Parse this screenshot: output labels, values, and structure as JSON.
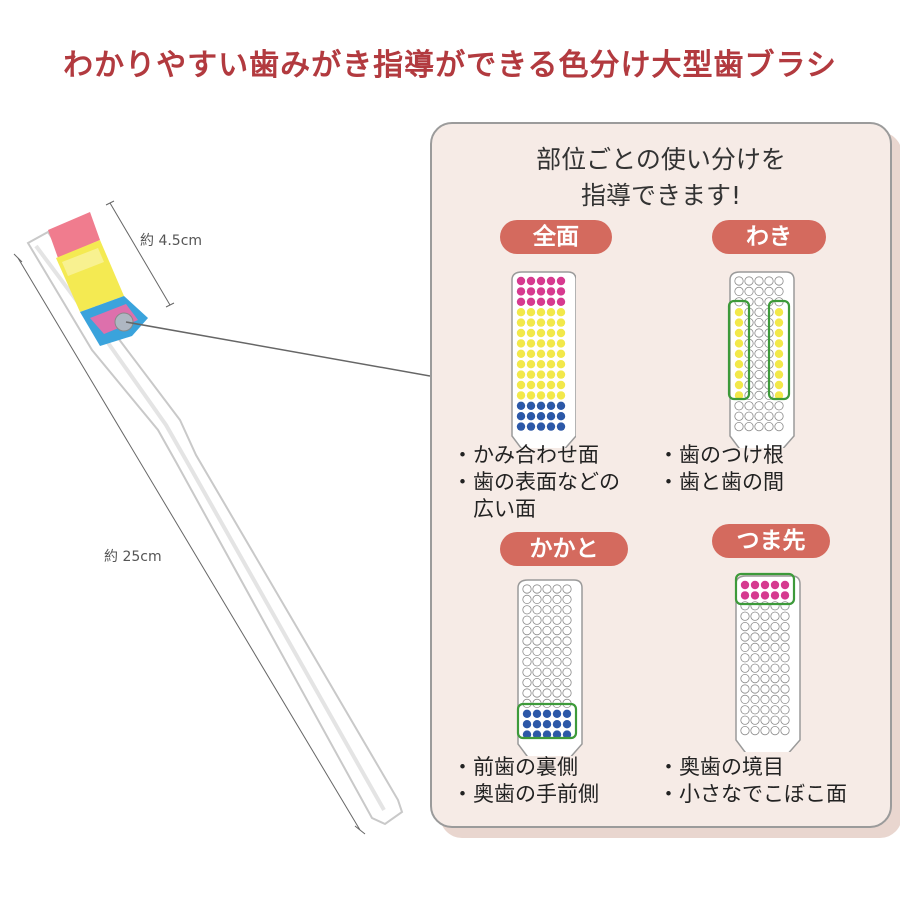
{
  "title": "わかりやすい歯みがき指導ができる色分け大型歯ブラシ",
  "dimensions": {
    "head_width": "約 4.5cm",
    "length": "約 25cm"
  },
  "panel": {
    "heading_line1": "部位ごとの使い分けを",
    "heading_line2": "指導できます!",
    "sections": [
      {
        "label": "全面",
        "bullets": [
          "・かみ合わせ面",
          "・歯の表面などの",
          "　広い面"
        ]
      },
      {
        "label": "わき",
        "bullets": [
          "・歯のつけ根",
          "・歯と歯の間"
        ]
      },
      {
        "label": "かかと",
        "bullets": [
          "・前歯の裏側",
          "・奥歯の手前側"
        ]
      },
      {
        "label": "つま先",
        "bullets": [
          "・奥歯の境目",
          "・小さなでこぼこ面"
        ]
      }
    ]
  },
  "colors": {
    "title": "#b23a3f",
    "pill": "#d46a5e",
    "magenta": "#d63a8f",
    "yellow": "#f2e84a",
    "blue": "#2c58a8",
    "green": "#3d9a3a",
    "panel_bg": "#f6ebe6"
  }
}
